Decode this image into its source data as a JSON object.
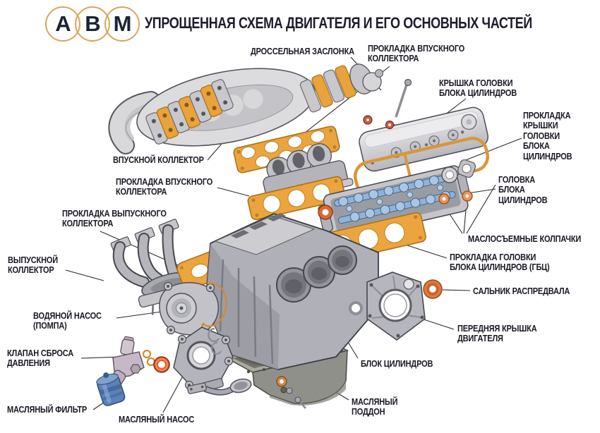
{
  "header": {
    "logo": {
      "letters": [
        "А",
        "В",
        "М"
      ]
    },
    "title": "УПРОЩЕННАЯ СХЕМА ДВИГАТЕЛЯ И ЕГО ОСНОВНЫХ ЧАСТЕЙ"
  },
  "labels": {
    "throttle_valve": "ДРОССЕЛЬНАЯ ЗАСЛОНКА",
    "intake_manifold_gasket_top": "ПРОКЛАДКА ВПУСКНОГО\nКОЛЛЕКТОРА",
    "valve_cover": "КРЫШКА ГОЛОВКИ\nБЛОКА ЦИЛИНДРОВ",
    "valve_cover_gasket": "ПРОКЛАДКА\nКРЫШКИ\nГОЛОВКИ\nБЛОКА\nЦИЛИНДРОВ",
    "cylinder_head": "ГОЛОВКА\nБЛОКА\nЦИЛИНДРОВ",
    "valve_stem_seals": "МАСЛОСЪЕМНЫЕ КОЛПАЧКИ",
    "head_gasket": "ПРОКЛАДКА ГОЛОВКИ\nБЛОКА ЦИЛИНДРОВ (ГБЦ)",
    "camshaft_seal": "САЛЬНИК РАСПРЕДВАЛА",
    "front_cover": "ПЕРЕДНЯЯ КРЫШКА ДВИГАТЕЛЯ",
    "intake_manifold": "ВПУСКНОЙ КОЛЛЕКТОР",
    "intake_manifold_gasket_left": "ПРОКЛАДКА ВПУСКНОГО\nКОЛЛЕКТОРА",
    "exhaust_manifold_gasket": "ПРОКЛАДКА ВЫПУСКНОГО\nКОЛЛЕКТОРА",
    "exhaust_manifold": "ВЫПУСКНОЙ\nКОЛЛЕКТОР",
    "water_pump": "ВОДЯНОЙ НАСОС\n(ПОМПА)",
    "pressure_relief_valve": "КЛАПАН СБРОСА\nДАВЛЕНИЯ",
    "oil_filter": "МАСЛЯНЫЙ ФИЛЬТР",
    "oil_pump": "МАСЛЯНЫЙ НАСОС",
    "cylinder_block": "БЛОК ЦИЛИНДРОВ",
    "oil_pan": "МАСЛЯНЫЙ\nПОДДОН"
  },
  "colors": {
    "label_text": "#191924",
    "logo_ring": "#dba45c",
    "gasket_orange": "#eca43e",
    "seal_orange": "#dd7b3f",
    "red_seal": "#e3602f",
    "metal_light": "#dcdcde",
    "metal_mid": "#b2b2b8",
    "camshaft_blue": "#8fb3d9",
    "oil_filter_blue": "#5b82b8",
    "oil_pan_olive": "#90908a"
  }
}
